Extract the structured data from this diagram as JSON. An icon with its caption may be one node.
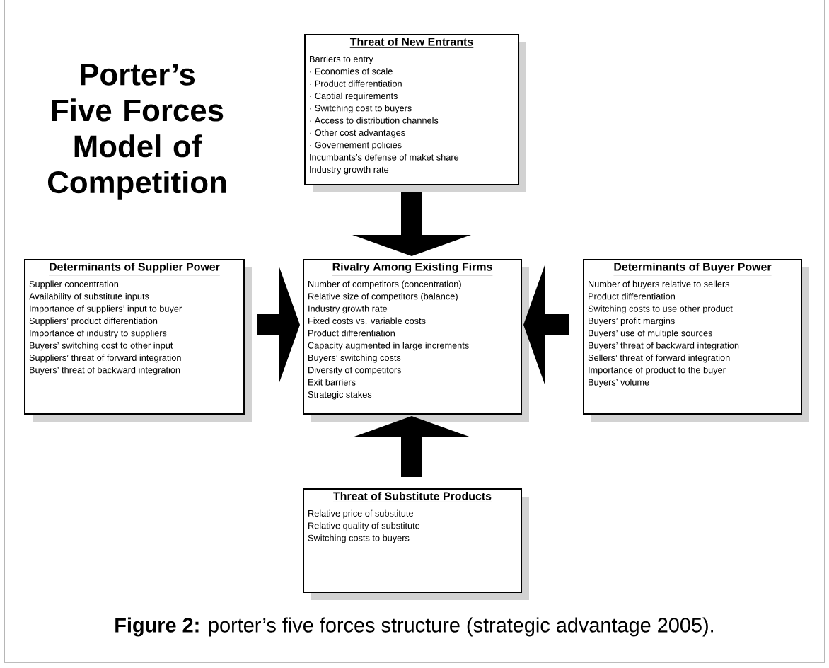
{
  "diagram": {
    "title": "Porter’s Five Forces Model of Competition",
    "caption": "**Figure 2:** porter’s five forces structure (strategic advantage 2005).",
    "nodes": [
      {
        "text": [
          "Threat of New Entrants",
          "Barriers to entry",
          "· Economies of scale",
          "· Product differentiation",
          "· Captial requirements",
          "· Switching cost to buyers",
          "· Access to distribution channels",
          "· Other cost advantages",
          "· Governement policies",
          "Incumbants’s defense of maket share",
          "Industry growth rate"
        ]
      },
      {
        "text": [
          "Determinants of Supplier Power",
          "Supplier concentration",
          "Availability of substitute inputs",
          "Importance of suppliers’ input to buyer",
          "Suppliers’ product differentiation",
          "Importance of industry to suppliers",
          "Buyers’ switching cost to other input",
          "Suppliers’ threat of forward integration",
          "Buyers’ threat of backward integration"
        ]
      },
      {
        "text": [
          "Rivalry Among Existing Firms",
          "Number of competitors (concentration)",
          "Relative size of competitors (balance)",
          "Industry growth rate",
          "Fixed costs vs. variable costs",
          "Product differentiation",
          "Capacity augmented in large increments",
          "Buyers’ switching costs",
          "Diversity of competitors",
          "Exit barriers",
          "Strategic stakes"
        ]
      },
      {
        "text": [
          "Determinants of Buyer Power",
          "Number of buyers relative to sellers",
          "Product differentiation",
          "Switching costs to use other product",
          "Buyers’ profit margins",
          "Buyers’ use of multiple sources",
          "Buyers’ threat of backward integration",
          "Sellers’ threat of forward integration",
          "Importance of product to the buyer",
          "Buyers’ volume"
        ]
      },
      {
        "text": [
          "Threat of Substitute Products",
          "Relative price of substitute",
          "Relative quality of substitute",
          "Switching costs to buyers"
        ]
      }
    ],
    "edges": [
      {
        "from": 0,
        "to": 2,
        "arrow": "to"
      },
      {
        "from": 1,
        "to": 2,
        "arrow": "to"
      },
      {
        "from": 3,
        "to": 2,
        "arrow": "to"
      },
      {
        "from": 4,
        "to": 2,
        "arrow": "to"
      }
    ]
  }
}
